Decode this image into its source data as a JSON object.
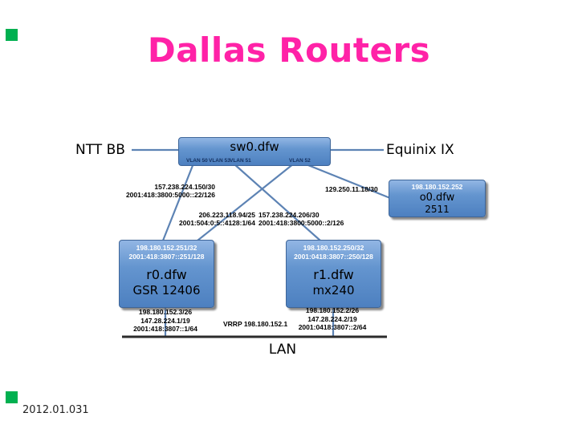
{
  "slide": {
    "title": "Dallas Routers",
    "footer": "2012.01.031"
  },
  "external": {
    "ntt": "NTT BB",
    "equinix": "Equinix IX"
  },
  "switch": {
    "name": "sw0.dfw",
    "vlans": [
      "VLAN 50",
      "VLAN 53",
      "VLAN 51",
      "VLAN 52"
    ]
  },
  "links": {
    "ntt_r0": {
      "v4": "157.238.224.150/30",
      "v6": "2001:418:3800:5000::22/126"
    },
    "ntt_o0": {
      "v4": "129.250.11.18/30"
    },
    "ix_r0": {
      "v4": "206.223.118.94/25",
      "v6": "2001:504:0:5::4128:1/64"
    },
    "ntt_r1": {
      "v4": "157.238.224.206/30",
      "v6": "2001:418:3800:5000::2/126"
    }
  },
  "r0": {
    "loop_v4": "198.180.152.251/32",
    "loop_v6": "2001:418:3807::251/128",
    "name": "r0.dfw",
    "model": "GSR 12406",
    "lan": [
      "198.180.152.3/26",
      "147.28.224.1/19",
      "2001:418:3807::1/64"
    ]
  },
  "r1": {
    "loop_v4": "198.180.152.250/32",
    "loop_v6": "2001:0418:3807::250/128",
    "name": "r1.dfw",
    "model": "mx240",
    "lan": [
      "198.180.152.2/26",
      "147.28.224.2/19",
      "2001:0418:3807::2/64"
    ]
  },
  "o0": {
    "ip": "198.180.152.252",
    "name": "o0.dfw",
    "model": "2511"
  },
  "lan": {
    "vrrp": "VRRP 198.180.152.1",
    "label": "LAN"
  }
}
